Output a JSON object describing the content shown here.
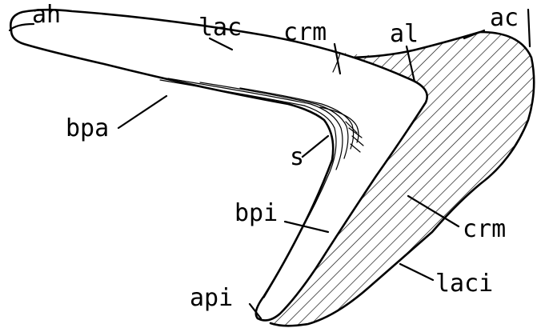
{
  "figure": {
    "labels": {
      "ah": "ah",
      "lac": "lac",
      "crm_top": "crm",
      "al": "al",
      "ac": "ac",
      "bpa": "bpa",
      "s": "s",
      "bpi": "bpi",
      "crm_right": "crm",
      "api": "api",
      "laci": "laci"
    },
    "colors": {
      "ink": "#000000",
      "background": "#ffffff"
    }
  }
}
